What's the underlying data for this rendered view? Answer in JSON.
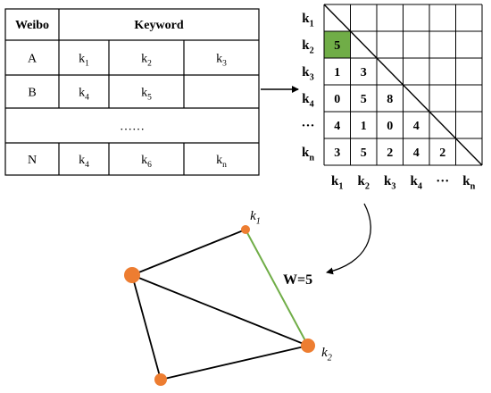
{
  "table": {
    "header": {
      "col1": "Weibo",
      "col2": "Keyword"
    },
    "rows": [
      {
        "id": "A",
        "cells": [
          [
            "k",
            "1"
          ],
          [
            "k",
            "2"
          ],
          [
            "k",
            "3"
          ]
        ]
      },
      {
        "id": "B",
        "cells": [
          [
            "k",
            "4"
          ],
          [
            "k",
            "5"
          ],
          [
            "",
            ""
          ]
        ]
      },
      {
        "ellipsis": "……"
      },
      {
        "id": "N",
        "cells": [
          [
            "k",
            "4"
          ],
          [
            "k",
            "6"
          ],
          [
            "k",
            "n"
          ]
        ]
      }
    ]
  },
  "matrix": {
    "row_labels": [
      [
        "k",
        "1"
      ],
      [
        "k",
        "2"
      ],
      [
        "k",
        "3"
      ],
      [
        "k",
        "4"
      ],
      [
        "···",
        ""
      ],
      [
        "k",
        "n"
      ]
    ],
    "col_labels": [
      [
        "k",
        "1"
      ],
      [
        "k",
        "2"
      ],
      [
        "k",
        "3"
      ],
      [
        "k",
        "4"
      ],
      [
        "···",
        ""
      ],
      [
        "k",
        "n"
      ]
    ],
    "cells": [
      [
        "",
        "",
        "",
        "",
        "",
        ""
      ],
      [
        "5",
        "",
        "",
        "",
        "",
        ""
      ],
      [
        "1",
        "3",
        "",
        "",
        "",
        ""
      ],
      [
        "0",
        "5",
        "8",
        "",
        "",
        ""
      ],
      [
        "4",
        "1",
        "0",
        "4",
        "",
        ""
      ],
      [
        "3",
        "5",
        "2",
        "4",
        "2",
        ""
      ]
    ],
    "highlight": {
      "row": 1,
      "col": 0,
      "color": "#70ad47"
    }
  },
  "graph": {
    "nodes": [
      {
        "id": "k1",
        "label": "k",
        "sub": "1",
        "r": 5
      },
      {
        "id": "left",
        "label": "",
        "sub": "",
        "r": 9
      },
      {
        "id": "bottom",
        "label": "",
        "sub": "",
        "r": 7
      },
      {
        "id": "k2",
        "label": "k",
        "sub": "2",
        "r": 8
      }
    ],
    "edges": [
      {
        "from": "k1",
        "to": "left",
        "color": "#000000"
      },
      {
        "from": "left",
        "to": "bottom",
        "color": "#000000"
      },
      {
        "from": "left",
        "to": "k2",
        "color": "#000000"
      },
      {
        "from": "bottom",
        "to": "k2",
        "color": "#000000"
      },
      {
        "from": "k1",
        "to": "k2",
        "color": "#70ad47"
      }
    ],
    "weight_label": "W=5",
    "node_color": "#ed7d31"
  }
}
